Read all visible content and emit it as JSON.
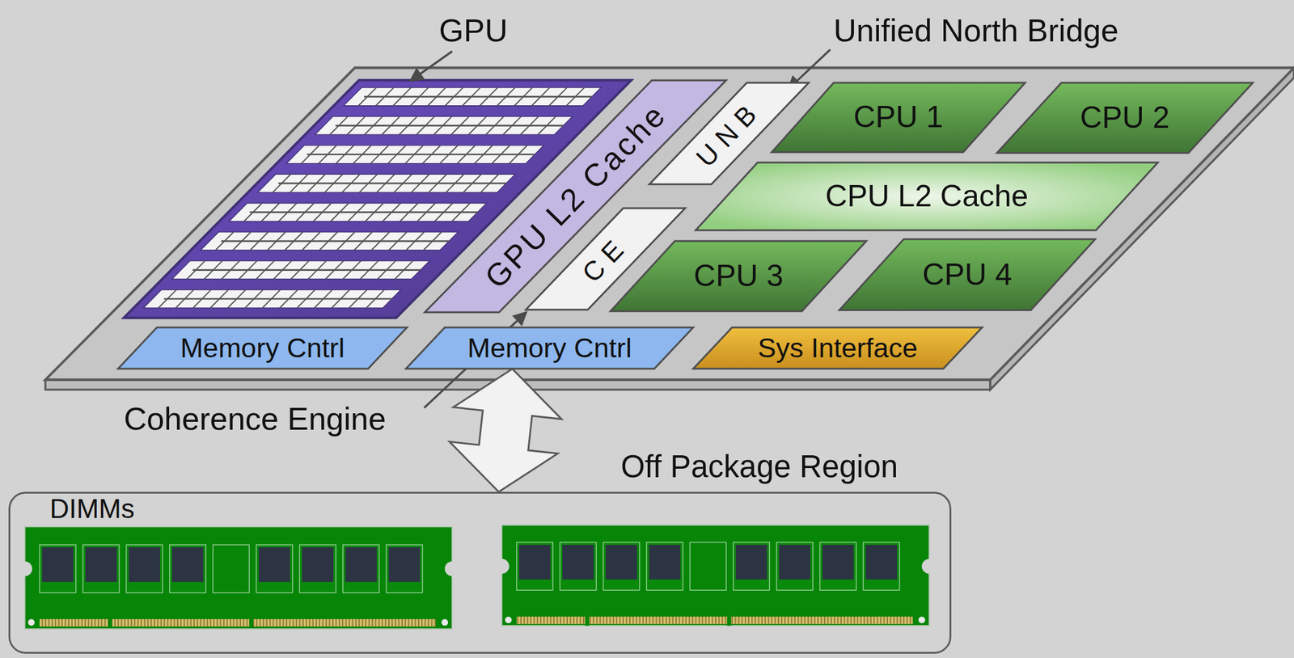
{
  "diagram": {
    "nodes": [
      {
        "text": [
          "GPU L2 Cache"
        ]
      },
      {
        "text": [
          "UNB"
        ]
      },
      {
        "text": [
          "CPU 1"
        ]
      },
      {
        "text": [
          "CPU 2"
        ]
      },
      {
        "text": [
          "CPU L2 Cache"
        ]
      },
      {
        "text": [
          "CE"
        ]
      },
      {
        "text": [
          "CPU 3"
        ]
      },
      {
        "text": [
          "CPU 4"
        ]
      },
      {
        "text": [
          "Memory Cntrl"
        ]
      },
      {
        "text": [
          "Memory Cntrl"
        ]
      },
      {
        "text": [
          "Sys Interface"
        ]
      },
      {
        "text": [
          "Off Package Region",
          "DIMMs"
        ]
      }
    ],
    "edges": [
      {
        "from": 9,
        "to": 11,
        "arrow": "both"
      }
    ],
    "labels": [
      "GPU",
      "Unified North Bridge",
      "Coherence Engine"
    ]
  }
}
